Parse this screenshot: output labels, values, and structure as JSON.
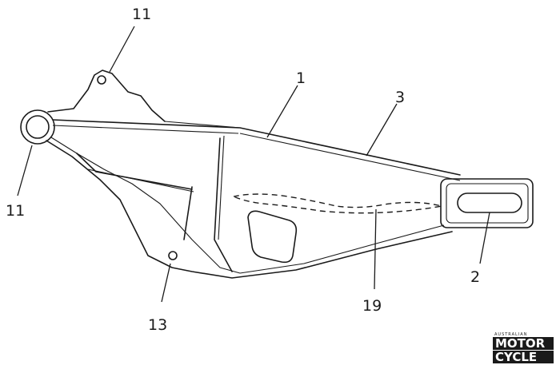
{
  "labels": {
    "frame_top": "1",
    "outer_edge": "3",
    "pivot_top": "11",
    "pivot_left": "11",
    "axle_slot": "2",
    "mount_hole": "13",
    "internal_channel": "19"
  },
  "logo": {
    "small_text": "AUSTRALIAN",
    "line1": "MOTOR",
    "line2": "CYCLE"
  }
}
